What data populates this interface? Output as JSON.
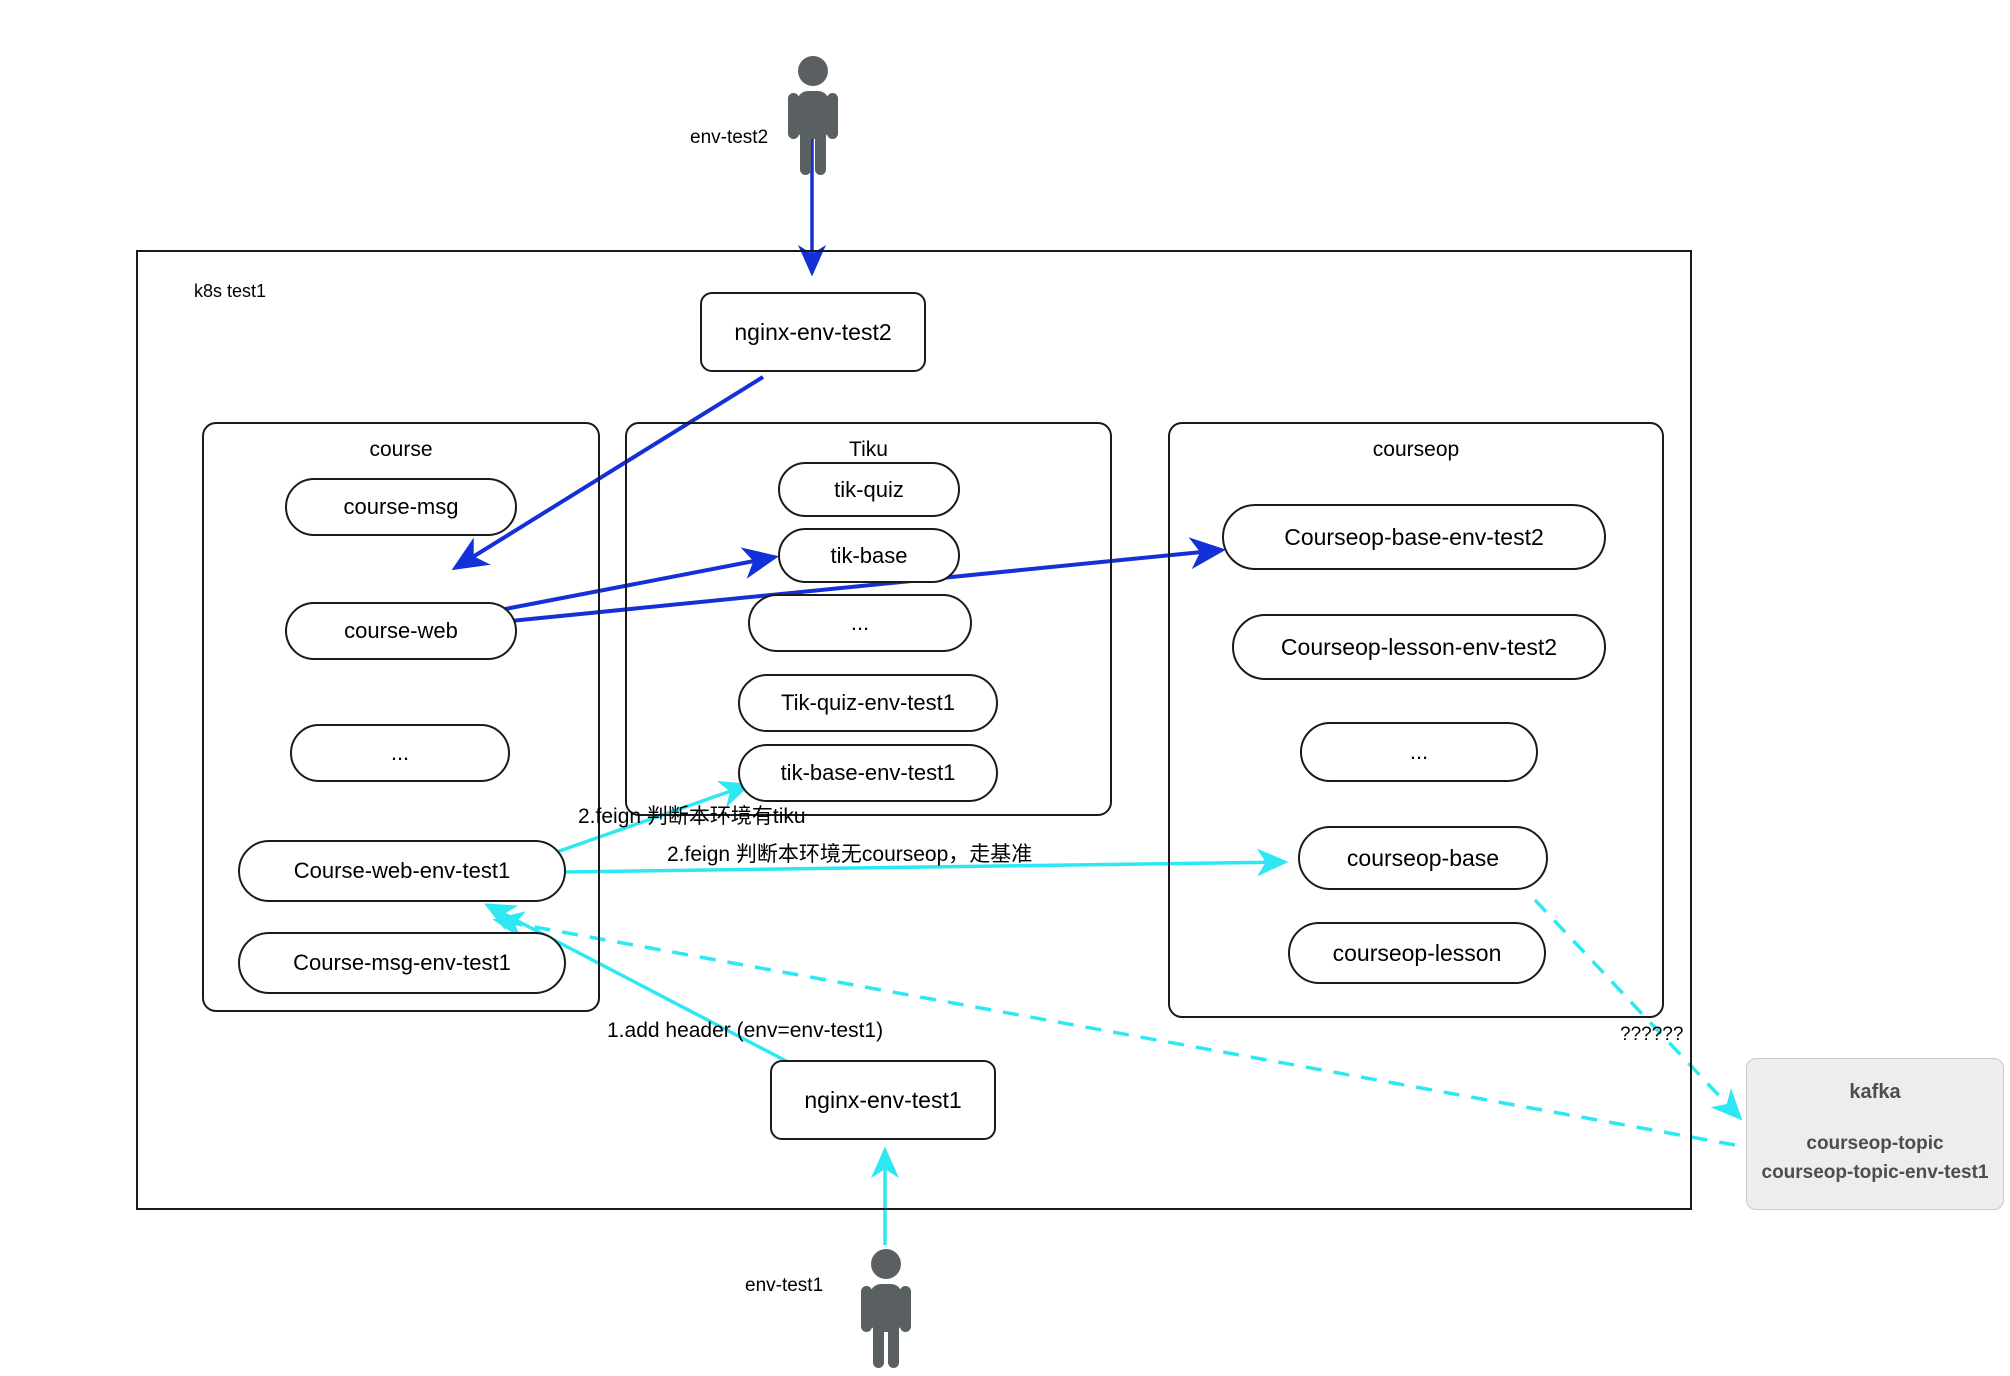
{
  "diagram": {
    "title_note": "k8s test1",
    "outer_box_label": "k8s  test1",
    "colors": {
      "blue_arrow": "#1430d8",
      "cyan_arrow": "#2de8f2",
      "node_border": "#1a1a1a",
      "kafka_bg": "#ededed",
      "kafka_text": "#4d4d4d",
      "person_fill": "#5a6061"
    },
    "actors": [
      {
        "name": "env-test2",
        "label": "env-test2",
        "position": "top"
      },
      {
        "name": "env-test1",
        "label": "env-test1",
        "position": "bottom"
      }
    ],
    "gateways": [
      {
        "name": "nginx-env-test2",
        "label": "nginx-env-test2"
      },
      {
        "name": "nginx-env-test1",
        "label": "nginx-env-test1"
      }
    ],
    "groups": [
      {
        "name": "course",
        "title": "course",
        "services": [
          {
            "label": "course-msg"
          },
          {
            "label": "course-web"
          },
          {
            "label": "..."
          },
          {
            "label": "Course-web-env-test1"
          },
          {
            "label": "Course-msg-env-test1"
          }
        ]
      },
      {
        "name": "Tiku",
        "title": "Tiku",
        "services": [
          {
            "label": "tik-quiz"
          },
          {
            "label": "tik-base"
          },
          {
            "label": "..."
          },
          {
            "label": "Tik-quiz-env-test1"
          },
          {
            "label": "tik-base-env-test1"
          }
        ]
      },
      {
        "name": "courseop",
        "title": "courseop",
        "services": [
          {
            "label": "Courseop-base-env-test2"
          },
          {
            "label": "Courseop-lesson-env-test2"
          },
          {
            "label": "..."
          },
          {
            "label": "courseop-base"
          },
          {
            "label": "courseop-lesson"
          }
        ]
      }
    ],
    "kafka": {
      "title": "kafka",
      "topics": [
        "courseop-topic",
        "courseop-topic-env-test1"
      ]
    },
    "annotations": [
      {
        "name": "feign-tiku",
        "text": "2.feign 判断本环境有tiku"
      },
      {
        "name": "feign-courseop",
        "text": "2.feign 判断本环境无courseop，走基准"
      },
      {
        "name": "add-header",
        "text": "1.add header (env=env-test1)"
      },
      {
        "name": "unknown-marker",
        "text": "??????"
      }
    ]
  }
}
